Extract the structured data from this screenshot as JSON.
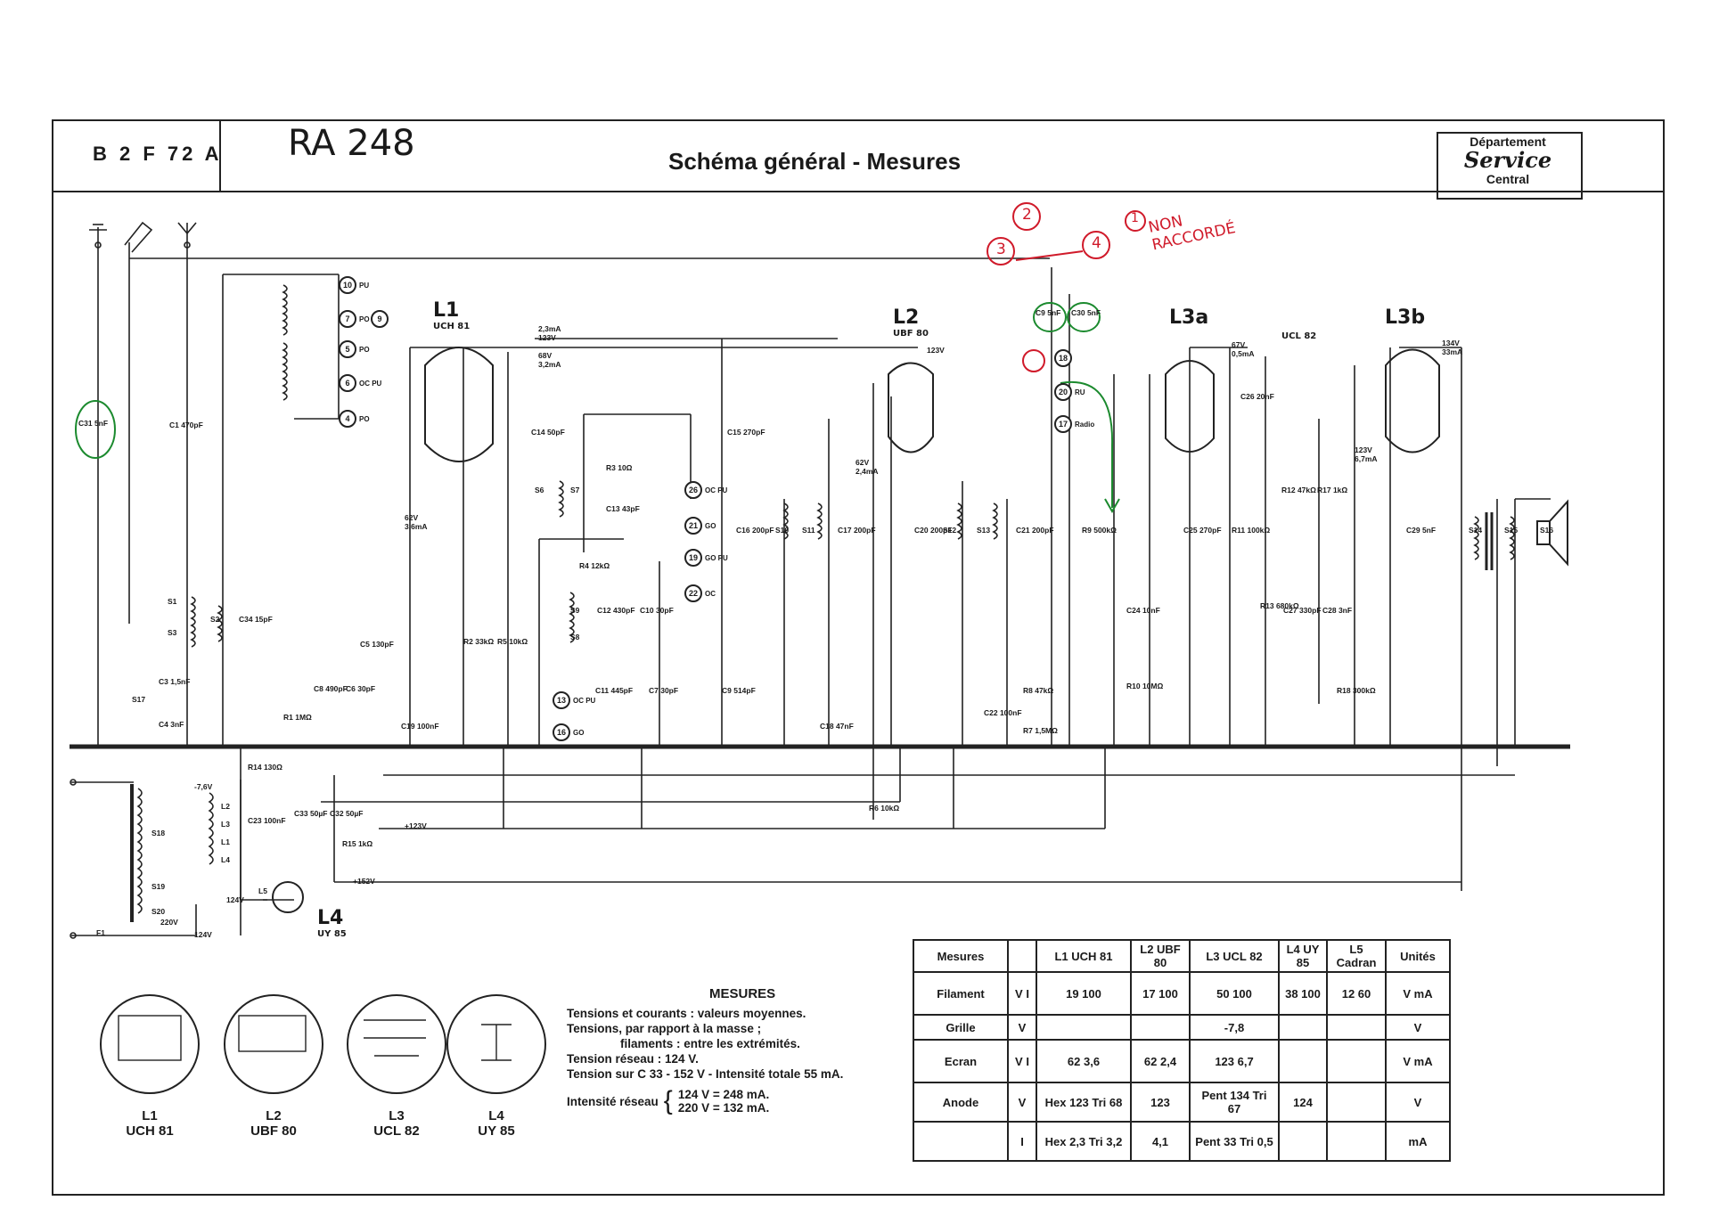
{
  "header": {
    "model_code": "B 2 F 72 A",
    "handwritten_model": "RA 248",
    "title": "Schéma général - Mesures",
    "department": [
      "Département",
      "Service",
      "Central"
    ]
  },
  "tubes": [
    {
      "id": "L1",
      "type": "UCH 81"
    },
    {
      "id": "L2",
      "type": "UBF 80"
    },
    {
      "id": "L3a",
      "type": "UCL 82"
    },
    {
      "id": "L3b",
      "type": ""
    },
    {
      "id": "L4",
      "type": "UY 85"
    }
  ],
  "pinouts": [
    {
      "label": "L1",
      "type": "UCH 81"
    },
    {
      "label": "L2",
      "type": "UBF 80"
    },
    {
      "label": "L3",
      "type": "UCL 82"
    },
    {
      "label": "L4",
      "type": "UY 85"
    }
  ],
  "annotations": {
    "handwritten_note": [
      "NON",
      "RACCORDÉ"
    ],
    "circled_numbers": [
      "1",
      "2",
      "3",
      "4"
    ]
  },
  "mesures_text": {
    "heading": "MESURES",
    "lines": [
      "Tensions et courants : valeurs moyennes.",
      "Tensions, par rapport à la masse ;",
      "filaments : entre les extrémités.",
      "Tension réseau : 124 V.",
      "Tension sur C 33 - 152 V - Intensité totale 55 mA."
    ],
    "intensite_label": "Intensité réseau",
    "intensite_values": [
      "124 V = 248 mA.",
      "220 V = 132 mA."
    ]
  },
  "table": {
    "headers": [
      "Mesures",
      "",
      "L1 UCH 81",
      "L2 UBF 80",
      "L3 UCL 82",
      "L4 UY 85",
      "L5 Cadran",
      "Unités"
    ],
    "rows": [
      {
        "label": "Filament",
        "sub": "V I",
        "l1": "19 100",
        "l2": "17 100",
        "l3": "50 100",
        "l4": "38 100",
        "l5": "12 60",
        "unit": "V mA"
      },
      {
        "label": "Grille",
        "sub": "V",
        "l1": "",
        "l2": "",
        "l3": "-7,8",
        "l4": "",
        "l5": "",
        "unit": "V"
      },
      {
        "label": "Ecran",
        "sub": "V I",
        "l1": "62 3,6",
        "l2": "62 2,4",
        "l3": "123 6,7",
        "l4": "",
        "l5": "",
        "unit": "V mA"
      },
      {
        "label": "Anode",
        "sub": "V",
        "l1": "Hex 123 Tri 68",
        "l2": "123",
        "l3": "Pent 134 Tri 67",
        "l4": "124",
        "l5": "",
        "unit": "V"
      },
      {
        "label": "",
        "sub": "I",
        "l1": "Hex 2,3 Tri 3,2",
        "l2": "4,1",
        "l3": "Pent 33 Tri 0,5",
        "l4": "",
        "l5": "",
        "unit": "mA"
      }
    ]
  },
  "component_labels": [
    "C31 5nF",
    "C1 470pF",
    "S1",
    "S3",
    "S17",
    "C3 1,5nF",
    "C4 3nF",
    "S2",
    "C34 15pF",
    "R1 1MΩ",
    "C8 490pF",
    "C6 30pF",
    "C5 130pF",
    "R2 33kΩ",
    "R5 10kΩ",
    "C19 100nF",
    "C14 50pF",
    "R3 10Ω",
    "S6",
    "S7",
    "C13 43pF",
    "R4 12kΩ",
    "S9",
    "S8",
    "C12 430pF",
    "C10 30pF",
    "C11 445pF",
    "C7 30pF",
    "C9 514pF",
    "C15 270pF",
    "C16 200pF",
    "S10",
    "S11",
    "C17 200pF",
    "C20 200pF",
    "S12",
    "S13",
    "C21 200pF",
    "C18 47nF",
    "R6 10kΩ",
    "R8 47kΩ",
    "R7 1,5MΩ",
    "C22 100nF",
    "R9 500kΩ",
    "C24 10nF",
    "R10 10MΩ",
    "C25 270pF",
    "R11 100kΩ",
    "R12 47kΩ",
    "R13 680kΩ",
    "C27 330pF",
    "C28 3nF",
    "R17 1kΩ",
    "R18 300kΩ",
    "C26 20nF",
    "C29 5nF",
    "S14",
    "S15",
    "S16",
    "C9 5nF",
    "C30 5nF",
    "R14 130Ω",
    "C23 100nF",
    "C33 50µF",
    "C32 50µF",
    "R15 1kΩ",
    "L2",
    "L3",
    "L1",
    "L4",
    "S18",
    "S19",
    "S20",
    "L5",
    "F1"
  ],
  "voltage_labels": [
    "2,3mA",
    "123V",
    "68V",
    "3,2mA",
    "62V",
    "3,6mA",
    "123V",
    "62V",
    "2,4mA",
    "67V",
    "0,5mA",
    "134V",
    "33mA",
    "123V",
    "6,7mA",
    "-7,6V",
    "+123V",
    "+152V",
    "124V",
    "220V",
    "124V"
  ],
  "switch_labels": [
    {
      "n": "10",
      "t": "PU"
    },
    {
      "n": "7",
      "t": "PO"
    },
    {
      "n": "9",
      "t": ""
    },
    {
      "n": "5",
      "t": "PO"
    },
    {
      "n": "6",
      "t": "OC PU"
    },
    {
      "n": "4",
      "t": "PO"
    },
    {
      "n": "26",
      "t": "OC PU"
    },
    {
      "n": "21",
      "t": "GO"
    },
    {
      "n": "19",
      "t": "GO PU"
    },
    {
      "n": "22",
      "t": "OC"
    },
    {
      "n": "13",
      "t": "OC PU"
    },
    {
      "n": "16",
      "t": "GO"
    },
    {
      "n": "18",
      "t": ""
    },
    {
      "n": "20",
      "t": "RU"
    },
    {
      "n": "17",
      "t": "Radio"
    }
  ],
  "colors": {
    "line": "#222222",
    "annotation_red": "#d01a2a",
    "annotation_green": "#1b8a2e"
  }
}
